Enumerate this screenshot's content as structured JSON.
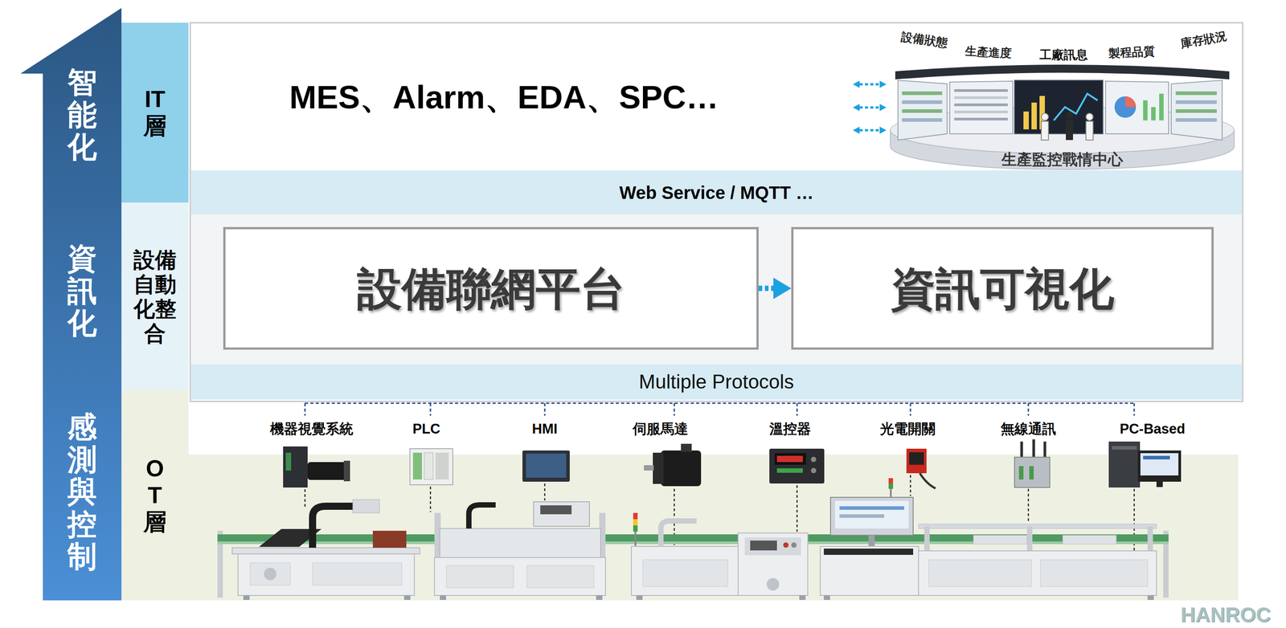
{
  "diagram": {
    "nodes": [
      {
        "text": [
          "智能化",
          "資訊化",
          "感測與控制"
        ]
      },
      {
        "text": [
          "IT層"
        ]
      },
      {
        "text": [
          "設備自動化整合"
        ]
      },
      {
        "text": [
          "OT層"
        ]
      },
      {
        "text": [
          "MES、Alarm、EDA、SPC…"
        ]
      },
      {
        "text": [
          "Web Service / MQTT …"
        ]
      },
      {
        "text": [
          "設備聯網平台"
        ]
      },
      {
        "text": [
          "資訊可視化"
        ]
      },
      {
        "text": [
          "Multiple Protocols"
        ]
      }
    ],
    "edges": [
      {
        "from": 6,
        "to": 7,
        "arrow": "to"
      }
    ],
    "labels": [
      "設備狀態",
      "生產進度",
      "工廠訊息",
      "製程品質",
      "庫存狀況",
      "生產監控戰情中心",
      "機器視覺系統",
      "PLC",
      "HMI",
      "伺服馬達",
      "溫控器",
      "光電開關",
      "無線通訊",
      "PC-Based",
      "HANROC"
    ]
  }
}
